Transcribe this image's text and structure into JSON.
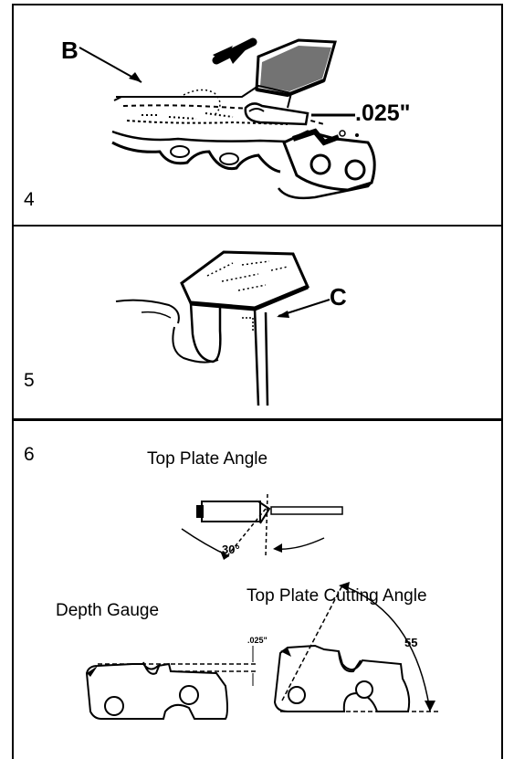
{
  "panels": [
    {
      "number": "4",
      "labels": {
        "part_letter": "B",
        "gap": ".025\""
      }
    },
    {
      "number": "5",
      "labels": {
        "part_letter": "C"
      }
    },
    {
      "number": "6",
      "labels": {
        "top_plate_angle": "Top Plate Angle",
        "top_plate_angle_value": "30°",
        "depth_gauge": "Depth Gauge",
        "depth_gauge_value": ".025\"",
        "cutting_angle": "Top Plate Cutting Angle",
        "cutting_angle_value": "55"
      }
    }
  ]
}
